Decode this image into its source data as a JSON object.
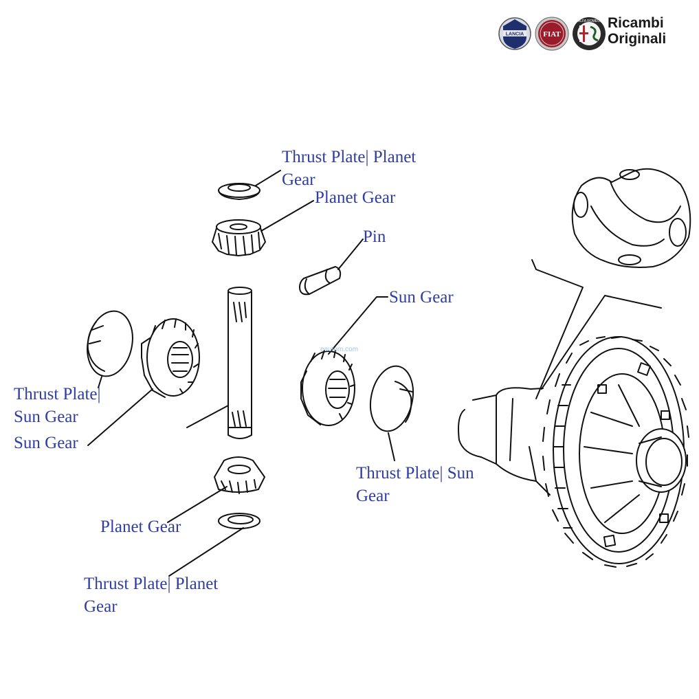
{
  "brand": {
    "logos": [
      {
        "name": "LANCIA",
        "color": "#1f2f6e"
      },
      {
        "name": "FIAT",
        "color": "#9a1c2a"
      },
      {
        "name": "ALFA ROMEO",
        "color": "#1d5a2c"
      }
    ],
    "line1": "Ricambi",
    "line2": "Originali"
  },
  "watermark": "eautom.com",
  "labels": {
    "thrust_plate_planet_top_1": "Thrust Plate| Planet",
    "thrust_plate_planet_top_2": "Gear",
    "planet_gear_top": "Planet Gear",
    "pin": "Pin",
    "sun_gear_right": "Sun Gear",
    "thrust_plate_sun_left_1": "Thrust Plate|",
    "thrust_plate_sun_left_2": "Sun Gear",
    "sun_gear_left": "Sun Gear",
    "thrust_plate_sun_right_1": "Thrust Plate| Sun",
    "thrust_plate_sun_right_2": "Gear",
    "planet_gear_bottom": "Planet Gear",
    "thrust_plate_planet_bottom_1": "Thrust Plate| Planet",
    "thrust_plate_planet_bottom_2": "Gear"
  },
  "colors": {
    "label": "#2f3ea0",
    "line": "#111111"
  }
}
